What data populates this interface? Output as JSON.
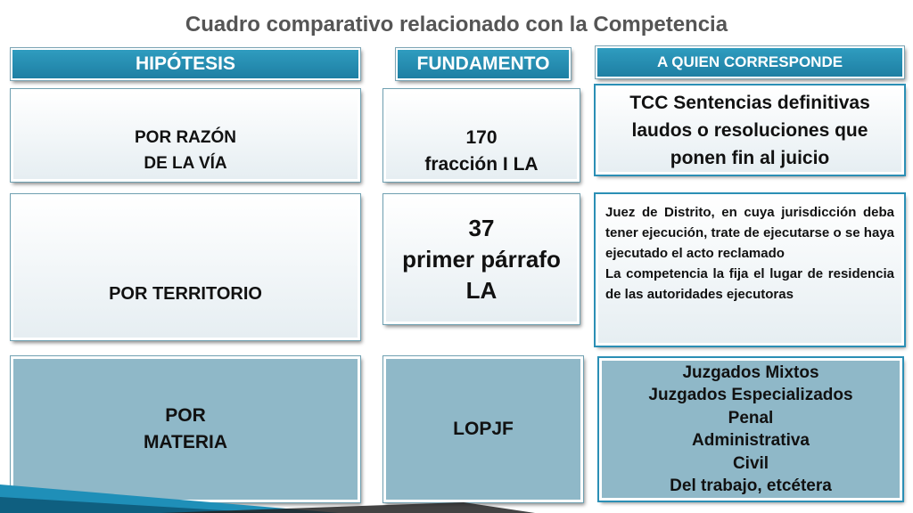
{
  "title": "Cuadro comparativo relacionado con la Competencia",
  "headers": {
    "hipotesis": "HIPÓTESIS",
    "fundamento": "FUNDAMENTO",
    "corresponde": "A QUIEN CORRESPONDE"
  },
  "rows": [
    {
      "hipotesis": [
        "POR RAZÓN",
        "DE LA VÍA"
      ],
      "fundamento": [
        "170",
        "fracción I LA"
      ],
      "corresponde": [
        "TCC Sentencias definitivas",
        "laudos o resoluciones que",
        "ponen fin al juicio"
      ]
    },
    {
      "hipotesis": [
        "POR TERRITORIO"
      ],
      "fundamento": [
        "37",
        "primer párrafo",
        "LA"
      ],
      "corresponde": [
        "Juez de Distrito, en cuya jurisdicción deba tener ejecución, trate de ejecutarse o se haya ejecutado el acto reclamado",
        "La competencia la fija el lugar de residencia de las autoridades ejecutoras"
      ]
    },
    {
      "hipotesis": [
        "POR",
        "MATERIA"
      ],
      "fundamento": [
        "LOPJF"
      ],
      "corresponde": [
        "Juzgados Mixtos",
        "Juzgados Especializados",
        "Penal",
        "Administrativa",
        "Civil",
        "Del trabajo, etcétera"
      ]
    }
  ]
}
